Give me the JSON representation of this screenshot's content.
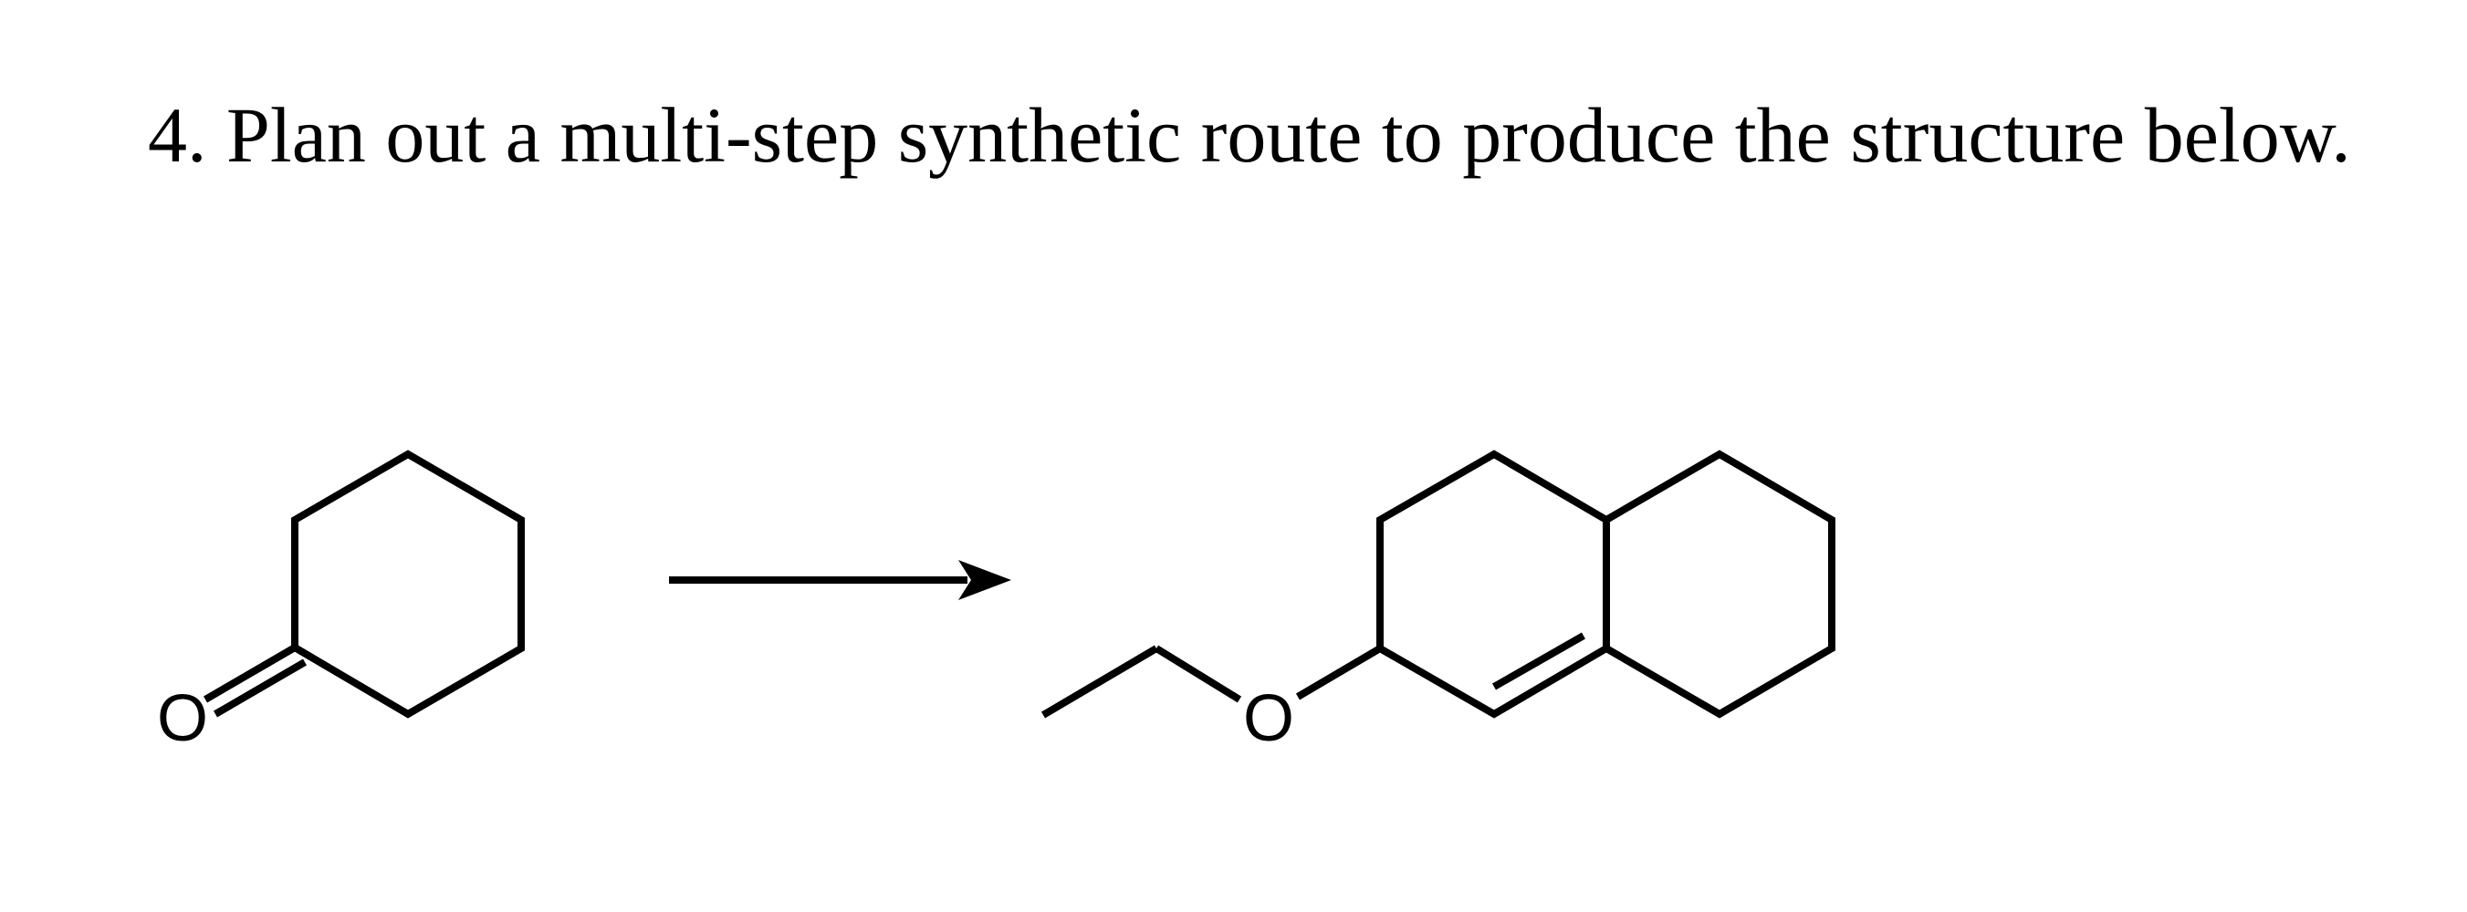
{
  "question": {
    "text": "4. Plan out a multi-step synthetic route to produce the structure below."
  },
  "scheme": {
    "starting_material": {
      "oxygen_label": "O"
    },
    "product": {
      "oxygen_label": "O"
    }
  }
}
